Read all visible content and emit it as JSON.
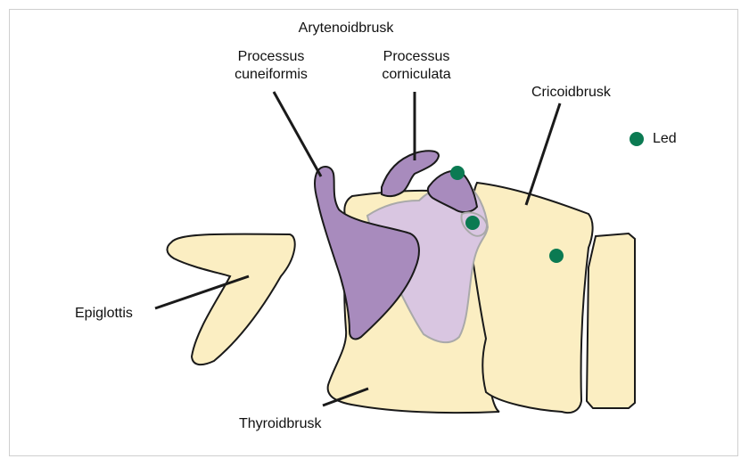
{
  "labels": {
    "arytenoid": "Arytenoidbrusk",
    "cuneiformis_1": "Processus",
    "cuneiformis_2": "cuneiformis",
    "corniculata_1": "Processus",
    "corniculata_2": "corniculata",
    "cricoid": "Cricoidbrusk",
    "epiglottis": "Epiglottis",
    "thyroid": "Thyroidbrusk",
    "legend_joint": "Led"
  },
  "colors": {
    "cartilage": "#fbeec2",
    "arytenoid_light": "#d9c6e1",
    "arytenoid_dark": "#a88bbd",
    "joint": "#0b7a52",
    "outline": "#1a1a1a",
    "soft_outline": "#a9a9a9"
  },
  "icons": {
    "joint": "green-dot"
  }
}
